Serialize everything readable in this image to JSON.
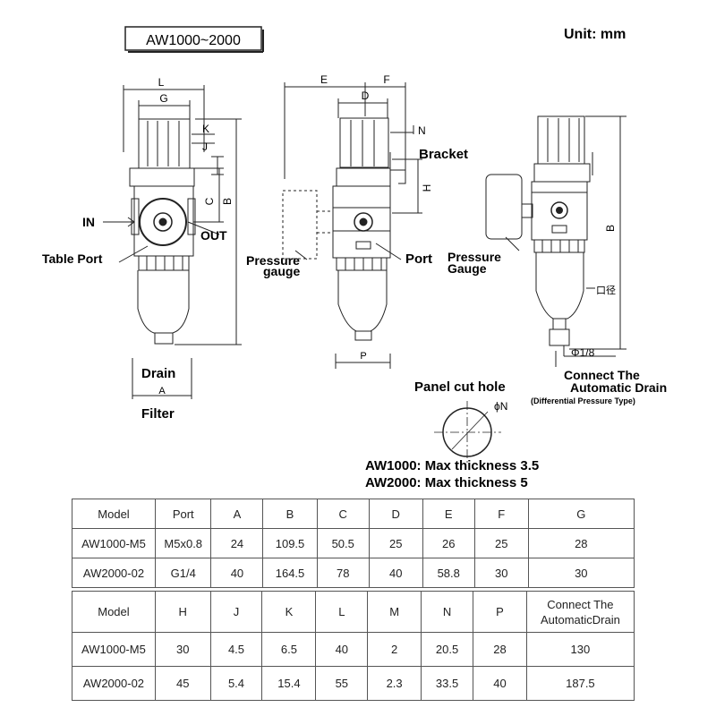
{
  "title_box": "AW1000~2000",
  "unit": "Unit: mm",
  "filter_view": {
    "dim_L": "L",
    "dim_G": "G",
    "dim_K": "K",
    "dim_J": "J",
    "dim_C": "C",
    "dim_B": "B",
    "dim_A": "A",
    "in_label": "IN",
    "out_label": "OUT",
    "table_port": "Table Port",
    "drain": "Drain",
    "caption": "Filter"
  },
  "side_view": {
    "dim_E": "E",
    "dim_F": "F",
    "dim_D": "D",
    "dim_N": "N",
    "dim_H": "H",
    "dim_P": "P",
    "bracket": "Bracket",
    "pressure_gauge_1": "Pressure",
    "pressure_gauge_2": "gauge",
    "port": "Port"
  },
  "right_view": {
    "pressure_gauge_1": "Pressure",
    "pressure_gauge_2": "Gauge",
    "dim_B": "B",
    "port_dia": "口径",
    "phi_18": "Φ1/8",
    "connect_1": "Connect The",
    "connect_2": "Automatic Drain",
    "diff_type": "(Differential Pressure Type)"
  },
  "panel": {
    "title": "Panel cut hole",
    "phi_n": "ϕN",
    "aw1000": "AW1000: Max thickness 3.5",
    "aw2000": "AW2000: Max thickness 5"
  },
  "table1": {
    "header": [
      "Model",
      "Port",
      "A",
      "B",
      "C",
      "D",
      "E",
      "F",
      "G"
    ],
    "rows": [
      [
        "AW1000-M5",
        "M5x0.8",
        "24",
        "109.5",
        "50.5",
        "25",
        "26",
        "25",
        "28"
      ],
      [
        "AW2000-02",
        "G1/4",
        "40",
        "164.5",
        "78",
        "40",
        "58.8",
        "30",
        "30"
      ]
    ]
  },
  "table2": {
    "header": [
      "Model",
      "H",
      "J",
      "K",
      "L",
      "M",
      "N",
      "P",
      "Connect The",
      "AutomaticDrain"
    ],
    "rows": [
      [
        "AW1000-M5",
        "30",
        "4.5",
        "6.5",
        "40",
        "2",
        "20.5",
        "28",
        "130"
      ],
      [
        "AW2000-02",
        "45",
        "5.4",
        "15.4",
        "55",
        "2.3",
        "33.5",
        "40",
        "187.5"
      ]
    ]
  }
}
